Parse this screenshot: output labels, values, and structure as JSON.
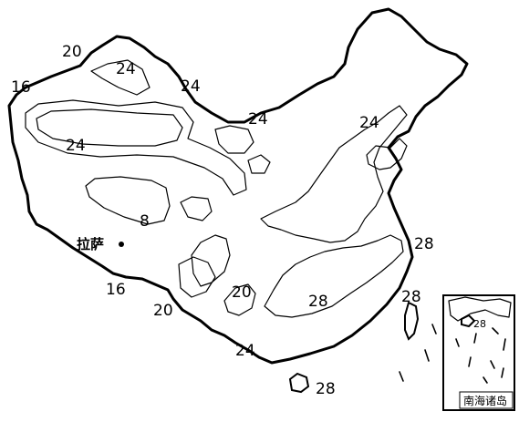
{
  "map": {
    "isolines": [
      {
        "id": "nw-20",
        "value": "20"
      },
      {
        "id": "nw-24",
        "value": "24"
      },
      {
        "id": "west-16",
        "value": "16"
      },
      {
        "id": "ne-24-a",
        "value": "24"
      },
      {
        "id": "north-24",
        "value": "24"
      },
      {
        "id": "ne-24-b",
        "value": "24"
      },
      {
        "id": "tarim-24",
        "value": "24"
      },
      {
        "id": "plateau-8",
        "value": "8"
      },
      {
        "id": "east-28",
        "value": "28"
      },
      {
        "id": "taiwan-28",
        "value": "28"
      },
      {
        "id": "sw-16",
        "value": "16"
      },
      {
        "id": "sw-20",
        "value": "20"
      },
      {
        "id": "yunnan-20",
        "value": "20"
      },
      {
        "id": "south-28",
        "value": "28"
      },
      {
        "id": "guangxi-24",
        "value": "24"
      },
      {
        "id": "hainan-28",
        "value": "28"
      }
    ],
    "city": {
      "name": "拉萨"
    },
    "inset": {
      "title": "南海诸岛",
      "value": "28"
    }
  }
}
